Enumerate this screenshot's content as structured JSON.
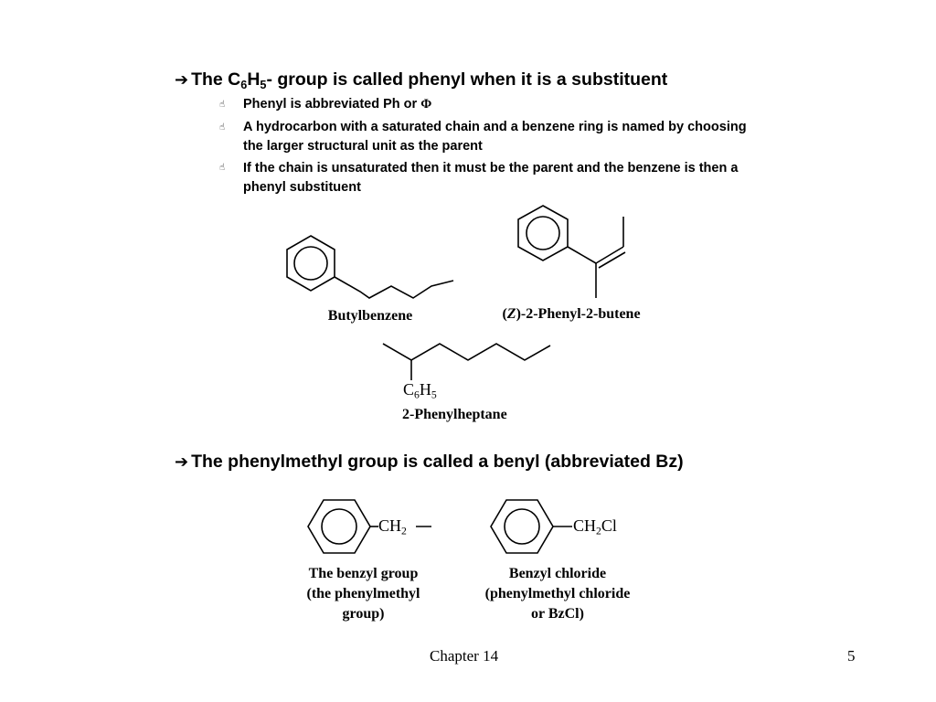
{
  "heading1": {
    "pre": "The C",
    "sub1": "6",
    "mid": "H",
    "sub2": "5",
    "post": "- group is called phenyl when it is a substituent"
  },
  "bullets": [
    {
      "text": "Phenyl is abbreviated Ph or ",
      "symbol": "Φ"
    },
    {
      "line1": "A hydrocarbon with a saturated chain and a benzene ring is named by choosing",
      "line2": "the larger structural unit as the parent"
    },
    {
      "line1": "If the chain is unsaturated then it must be the parent and the benzene is then a",
      "line2": "phenyl substituent"
    }
  ],
  "molecules": {
    "butylbenzene": "Butylbenzene",
    "z_phenylbutene": {
      "paren_open": "(",
      "z": "Z",
      "rest": ")-2-Phenyl-2-butene"
    },
    "phenylheptane": {
      "group_c": "C",
      "group_sub1": "6",
      "group_h": "H",
      "group_sub2": "5",
      "label": "2-Phenylheptane"
    }
  },
  "heading2": "The phenylmethyl group is called a benyl (abbreviated Bz)",
  "benzyl_group": {
    "formula_pre": "CH",
    "formula_sub": "2",
    "line1": "The benzyl group",
    "line2": "(the phenylmethyl",
    "line3": "group)"
  },
  "benzyl_chloride": {
    "formula_pre": "CH",
    "formula_sub": "2",
    "formula_post": "Cl",
    "line1": "Benzyl chloride",
    "line2": "(phenylmethyl chloride",
    "line3": "or BzCl)"
  },
  "footer": {
    "chapter": "Chapter 14",
    "page": "5"
  },
  "icons": {
    "heading_arrow": "➔",
    "bullet_icon": "hand-pointer"
  }
}
